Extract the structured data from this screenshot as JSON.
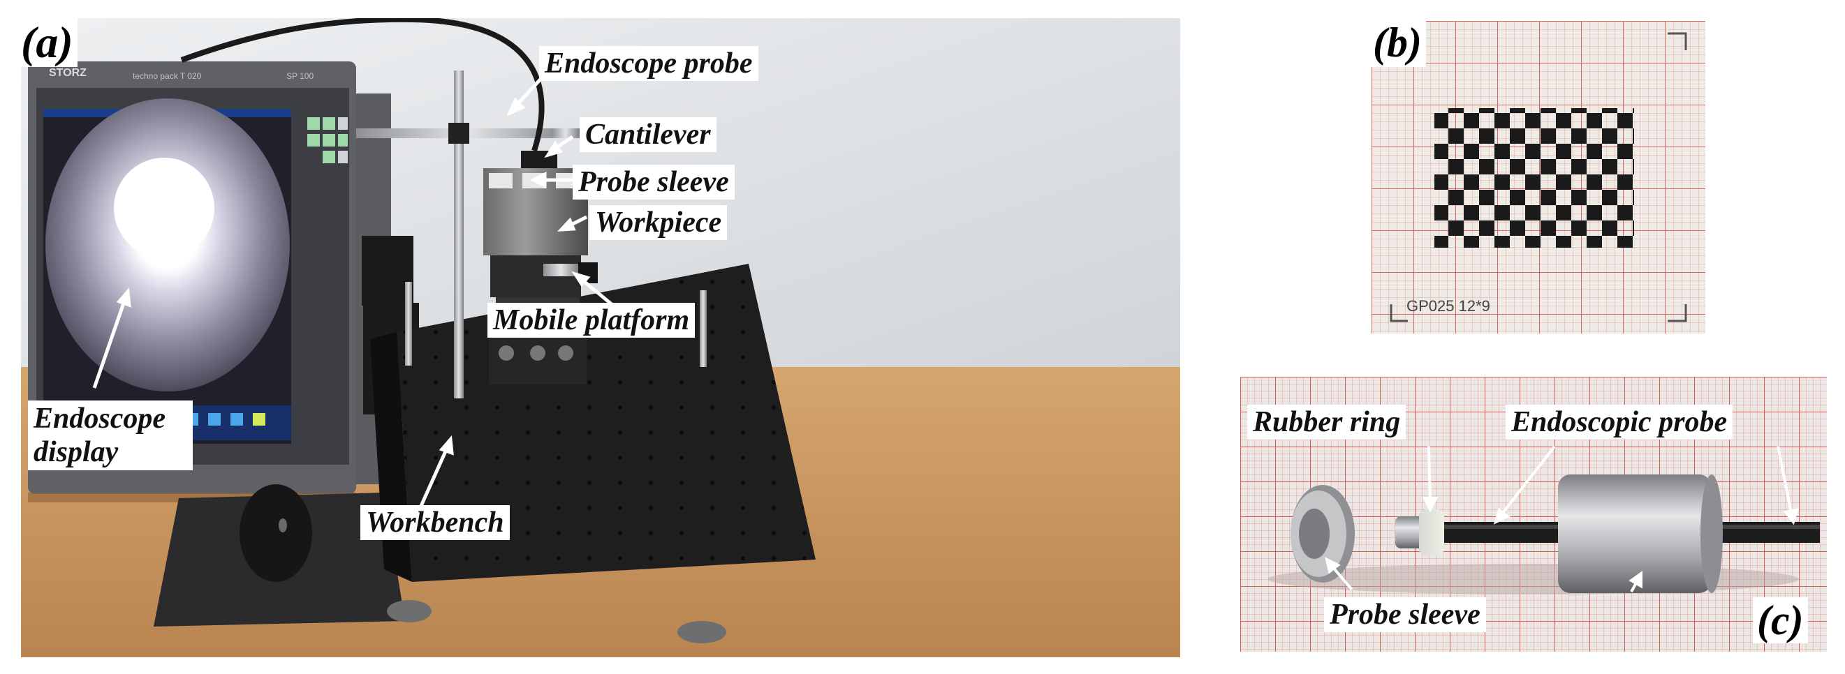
{
  "panel_a": {
    "tag": "(a)",
    "screen_header": {
      "brand": "STORZ",
      "model": "techno pack T 020",
      "code": "SP 100"
    },
    "labels": {
      "endoscope_probe": "Endoscope probe",
      "cantilever": "Cantilever",
      "probe_sleeve": "Probe sleeve",
      "workpiece": "Workpiece",
      "mobile_platform": "Mobile platform",
      "workbench": "Workbench",
      "endoscope_display": "Endoscope display"
    }
  },
  "panel_b": {
    "tag": "(b)",
    "marking": "GP025 12*9"
  },
  "panel_c": {
    "tag": "(c)",
    "labels": {
      "rubber_ring": "Rubber ring",
      "endoscopic_probe": "Endoscopic probe",
      "probe_sleeve": "Probe sleeve"
    }
  },
  "colors": {
    "label_bg": "#ffffff",
    "label_text": "#111111",
    "grid_red": "#e06a6a",
    "desk": "#c9955f"
  }
}
